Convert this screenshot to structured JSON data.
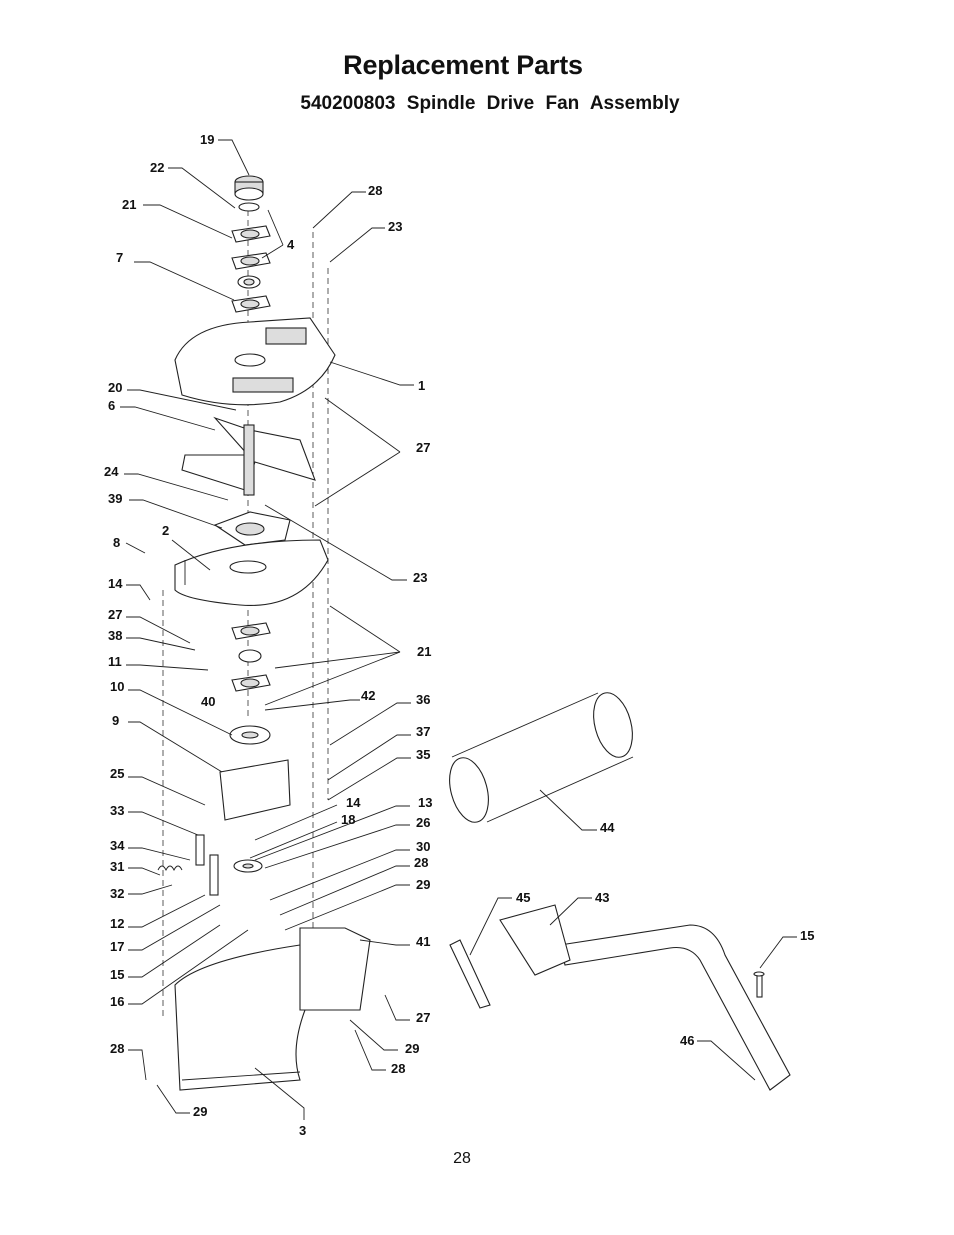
{
  "page": {
    "title": "Replacement Parts",
    "subtitle": "540200803   Spindle Drive Fan Assembly",
    "page_number": "28"
  },
  "callouts": [
    "19",
    "22",
    "21",
    "7",
    "4",
    "28",
    "23",
    "1",
    "20",
    "6",
    "27",
    "24",
    "39",
    "2",
    "23",
    "8",
    "14",
    "27",
    "38",
    "11",
    "21",
    "10",
    "40",
    "42",
    "36",
    "37",
    "9",
    "35",
    "25",
    "14",
    "13",
    "33",
    "18",
    "26",
    "34",
    "30",
    "31",
    "28",
    "32",
    "29",
    "12",
    "45",
    "43",
    "15",
    "17",
    "41",
    "15",
    "16",
    "27",
    "28",
    "29",
    "46",
    "28",
    "29",
    "3",
    "44"
  ]
}
